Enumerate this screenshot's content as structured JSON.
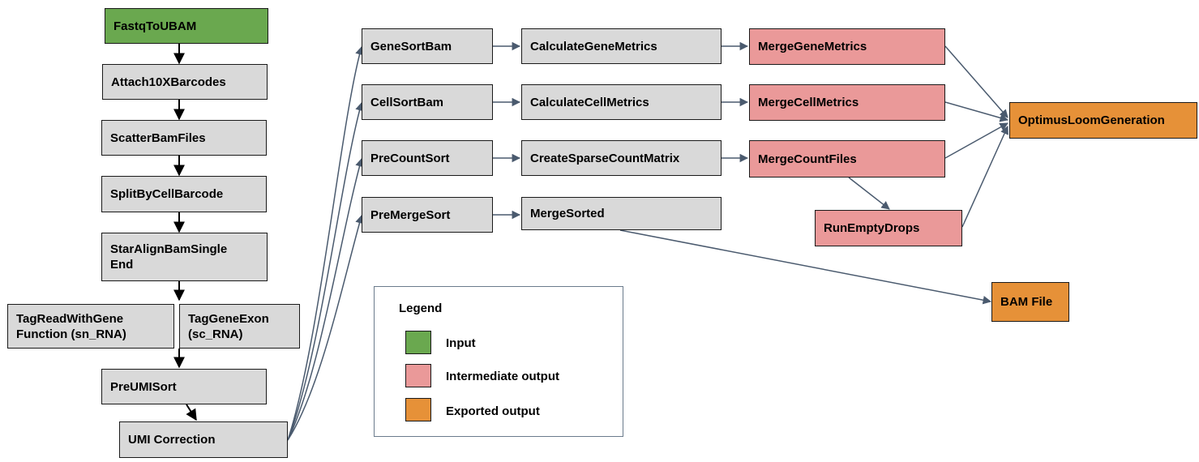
{
  "nodes": {
    "fastq_to_ubam": "FastqToUBAM",
    "attach_10x_barcodes": "Attach10XBarcodes",
    "scatter_bam_files": "ScatterBamFiles",
    "split_by_cell_barcode": "SplitByCellBarcode",
    "star_align_line1": "StarAlignBamSingle",
    "star_align_line2": "End",
    "tag_read_line1": "TagReadWithGene",
    "tag_read_line2": "Function (sn_RNA)",
    "tag_gene_exon_line1": "TagGeneExon",
    "tag_gene_exon_line2": "(sc_RNA)",
    "pre_umi_sort": "PreUMISort",
    "umi_correction": "UMI Correction",
    "gene_sort_bam": "GeneSortBam",
    "cell_sort_bam": "CellSortBam",
    "pre_count_sort": "PreCountSort",
    "pre_merge_sort": "PreMergeSort",
    "calculate_gene_metrics": "CalculateGeneMetrics",
    "calculate_cell_metrics": "CalculateCellMetrics",
    "create_sparse_count_matrix": "CreateSparseCountMatrix",
    "merge_sorted": "MergeSorted",
    "merge_gene_metrics": "MergeGeneMetrics",
    "merge_cell_metrics": "MergeCellMetrics",
    "merge_count_files": "MergeCountFiles",
    "run_empty_drops": "RunEmptyDrops",
    "optimus_loom_generation": "OptimusLoomGeneration",
    "bam_file": "BAM File"
  },
  "legend": {
    "title": "Legend",
    "items": [
      {
        "label": "Input",
        "color": "#6aa84f"
      },
      {
        "label": "Intermediate output",
        "color": "#ea9999"
      },
      {
        "label": "Exported output",
        "color": "#e69138"
      }
    ]
  },
  "colors": {
    "process": "#d9d9d9",
    "input": "#6aa84f",
    "intermediate": "#ea9999",
    "exported": "#e69138",
    "connector": "#4a5a6e",
    "arrow_dark": "#000000"
  }
}
